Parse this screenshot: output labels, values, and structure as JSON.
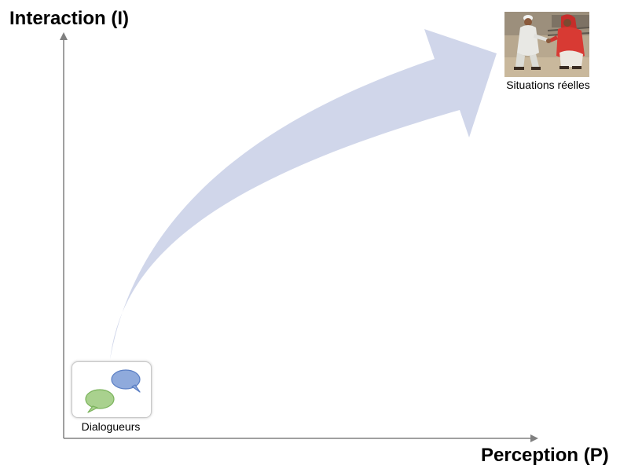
{
  "axes": {
    "y_title": "Interaction (I)",
    "x_title": "Perception (P)"
  },
  "start": {
    "label": "Dialogueurs",
    "icon": "speech-bubbles-icon",
    "bubble_colors": [
      "#8faadc",
      "#a9d18e"
    ]
  },
  "end": {
    "label": "Situations réelles",
    "image": "photo-two-people-greeting"
  },
  "colors": {
    "arrow_fill": "#d0d6ea",
    "axis_line": "#808080"
  }
}
